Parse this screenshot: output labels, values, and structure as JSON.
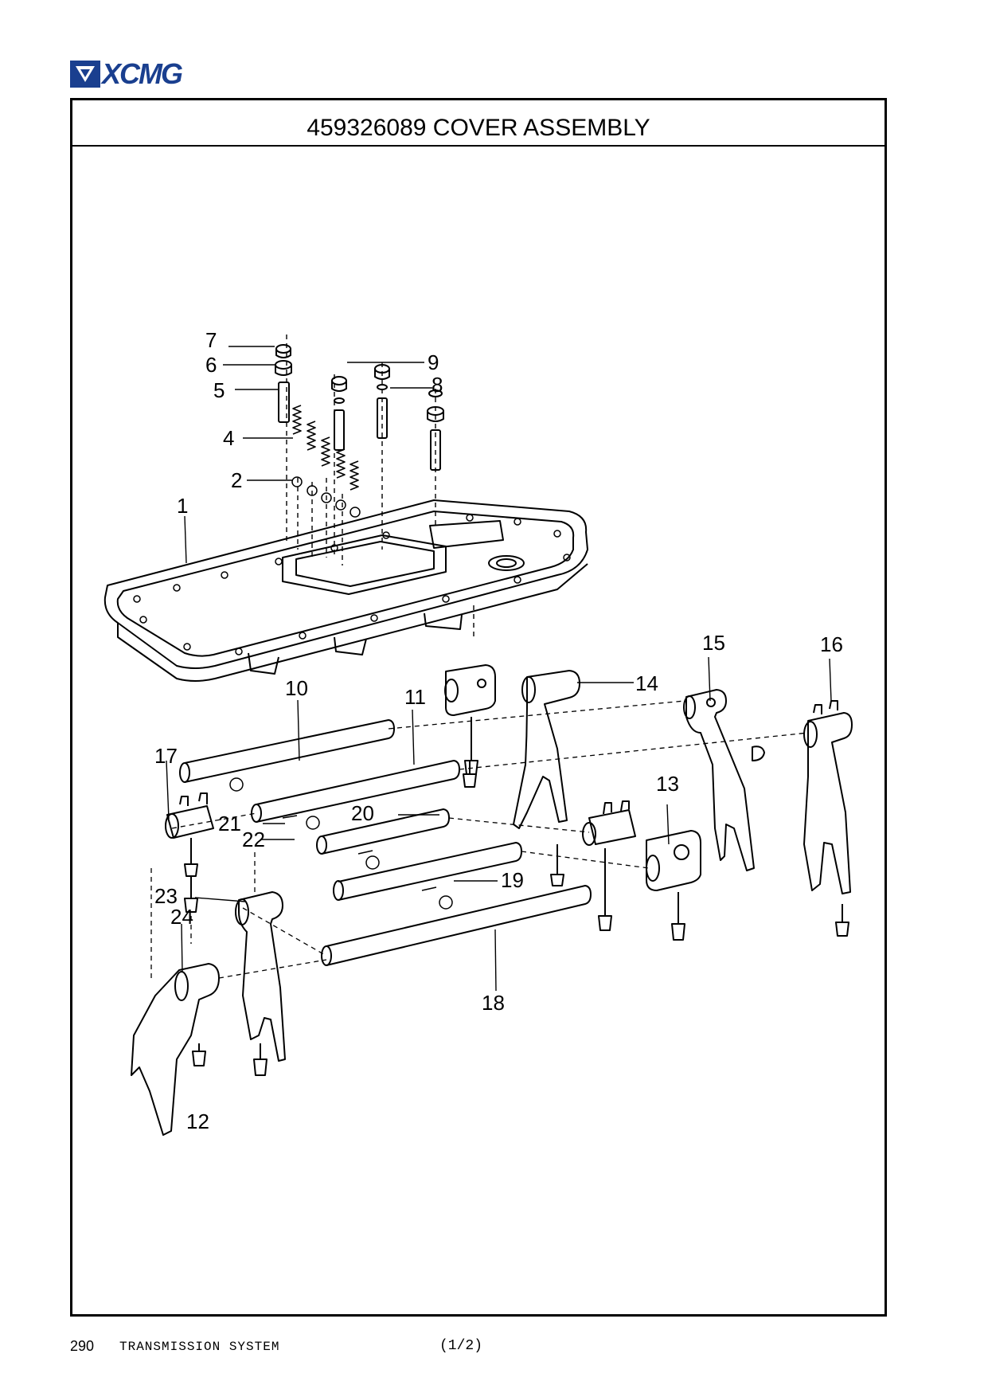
{
  "header": {
    "logo_text": "XCMG",
    "brand_color": "#1a3f8f"
  },
  "title": "459326089 COVER ASSEMBLY",
  "callouts": {
    "c1": "1",
    "c2": "2",
    "c4": "4",
    "c5": "5",
    "c6": "6",
    "c7": "7",
    "c8": "8",
    "c9": "9",
    "c10": "10",
    "c11": "11",
    "c12": "12",
    "c13": "13",
    "c14": "14",
    "c15": "15",
    "c16": "16",
    "c17": "17",
    "c18": "18",
    "c19": "19",
    "c20": "20",
    "c21": "21",
    "c22": "22",
    "c23": "23",
    "c24": "24"
  },
  "footer": {
    "page_number": "290",
    "section": "TRANSMISSION SYSTEM",
    "sheet": "(1/2)"
  }
}
